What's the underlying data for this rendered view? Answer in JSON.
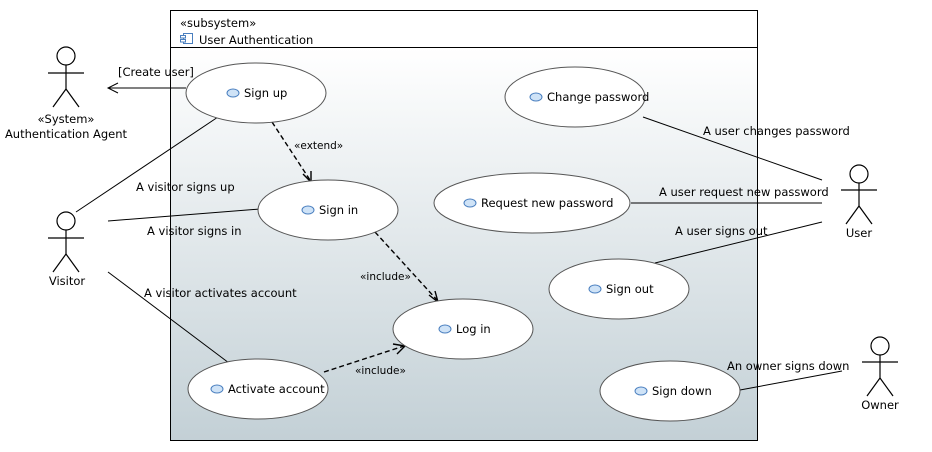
{
  "subsystem": {
    "stereotype": "«subsystem»",
    "name": "User Authentication"
  },
  "actors": {
    "auth_agent": {
      "stereotype": "«System»",
      "name": "Authentication Agent"
    },
    "visitor": {
      "name": "Visitor"
    },
    "user": {
      "name": "User"
    },
    "owner": {
      "name": "Owner"
    }
  },
  "use_cases": {
    "sign_up": "Sign up",
    "sign_in": "Sign in",
    "log_in": "Log in",
    "activate_account": "Activate account",
    "change_password": "Change password",
    "request_new_password": "Request new password",
    "sign_out": "Sign out",
    "sign_down": "Sign down"
  },
  "relations": {
    "create_user": "[Create user]",
    "extend": "«extend»",
    "include_signin_login": "«include»",
    "include_activate_login": "«include»",
    "visitor_signs_up": "A visitor signs up",
    "visitor_signs_in": "A visitor signs in",
    "visitor_activates": "A visitor activates account",
    "user_changes_password": "A user changes password",
    "user_requests_password": "A user request new password",
    "user_signs_out": "A user signs out",
    "owner_signs_down": "An owner signs down"
  },
  "colors": {
    "subsystem_gradient_top": "#ffffff",
    "subsystem_gradient_bottom": "#c3d0d6",
    "usecase_icon": "#cfe3f7"
  }
}
